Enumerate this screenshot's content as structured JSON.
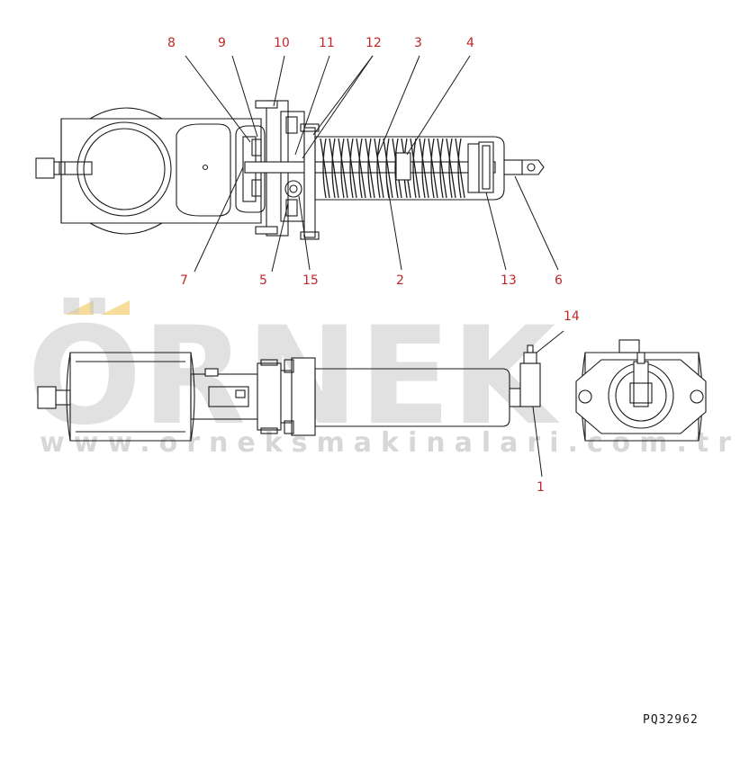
{
  "drawing": {
    "code": "PQ32962",
    "watermark": {
      "brand": "ÖRNEK",
      "url": "www.orneksmakinalari.com.tr",
      "accent_color": "#f2c45a"
    },
    "callouts": {
      "c1": "1",
      "c2": "2",
      "c3": "3",
      "c4": "4",
      "c5": "5",
      "c6": "6",
      "c7": "7",
      "c8": "8",
      "c9": "9",
      "c10": "10",
      "c11": "11",
      "c12": "12",
      "c13": "13",
      "c14": "14",
      "c15": "15"
    },
    "callout_color": "#c0282a"
  }
}
